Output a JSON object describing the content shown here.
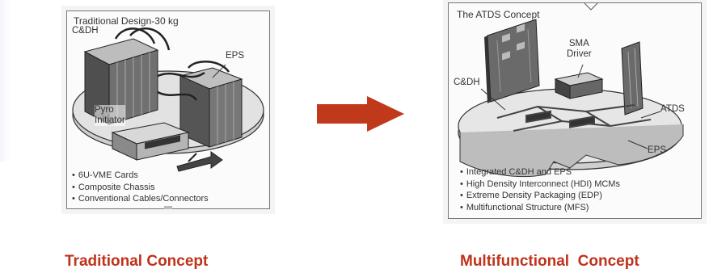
{
  "left": {
    "title": "Traditional Design-30 kg",
    "labels": {
      "cdh": "C&DH",
      "eps": "EPS",
      "pyro": "Pyro\nInitiator"
    },
    "bullets": [
      "6U-VME Cards",
      "Composite Chassis",
      "Conventional Cables/Connectors"
    ],
    "caption": "Traditional Concept"
  },
  "right": {
    "title": "The ATDS Concept",
    "labels": {
      "sma": "SMA\nDriver",
      "cdh": "C&DH",
      "atds": "ATDS",
      "eps": "EPS"
    },
    "bullets": [
      "Integrated C&DH and EPS",
      "High Density Interconnect (HDI) MCMs",
      "Extreme Density Packaging (EDP)",
      "Multifunctional Structure (MFS)"
    ],
    "caption": "Multifunctional  Concept"
  },
  "colors": {
    "accent": "#c0321a",
    "arrow": "#c0391b"
  }
}
